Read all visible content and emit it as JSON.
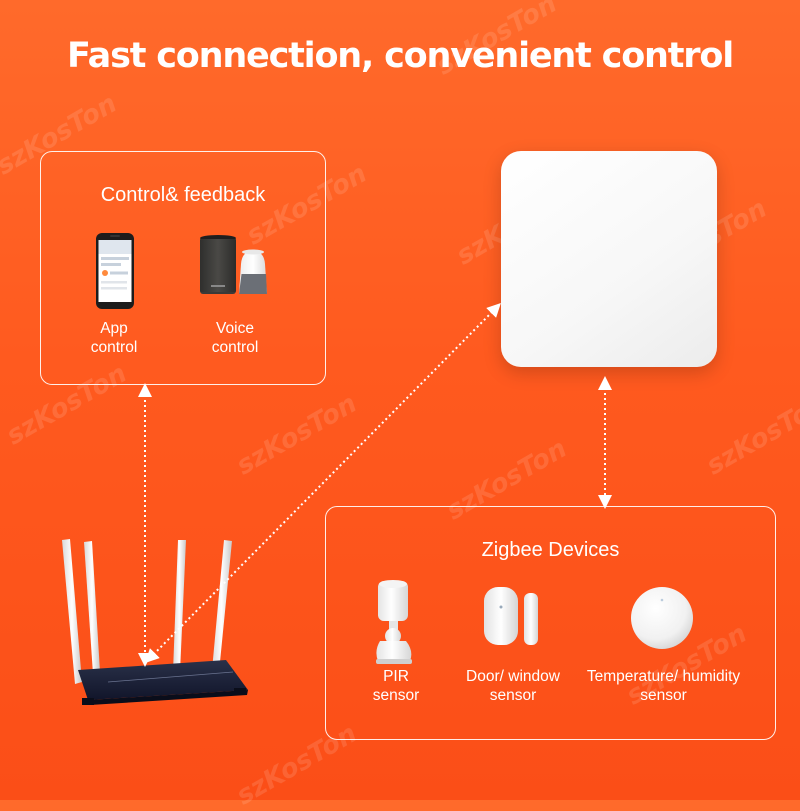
{
  "title": "Fast connection, convenient control",
  "control_panel": {
    "heading": "Control& feedback",
    "items": [
      {
        "label_line1": "App",
        "label_line2": "control",
        "icon": "smartphone-icon"
      },
      {
        "label_line1": "Voice",
        "label_line2": "control",
        "icon": "smart-speaker-icon"
      }
    ]
  },
  "zigbee_panel": {
    "heading": "Zigbee Devices",
    "items": [
      {
        "label_line1": "PIR",
        "label_line2": "sensor",
        "icon": "pir-sensor-icon"
      },
      {
        "label_line1": "Door/ window",
        "label_line2": "sensor",
        "icon": "door-window-sensor-icon"
      },
      {
        "label_line1": "Temperature/ humidity",
        "label_line2": "sensor",
        "icon": "temperature-humidity-sensor-icon"
      }
    ]
  },
  "hub": {
    "icon": "zigbee-hub-icon"
  },
  "router": {
    "icon": "wifi-router-icon"
  },
  "watermark": "szKosTon",
  "colors": {
    "background": "#ff5a1f",
    "line": "#ffffff",
    "router_body": "#1c2236"
  }
}
